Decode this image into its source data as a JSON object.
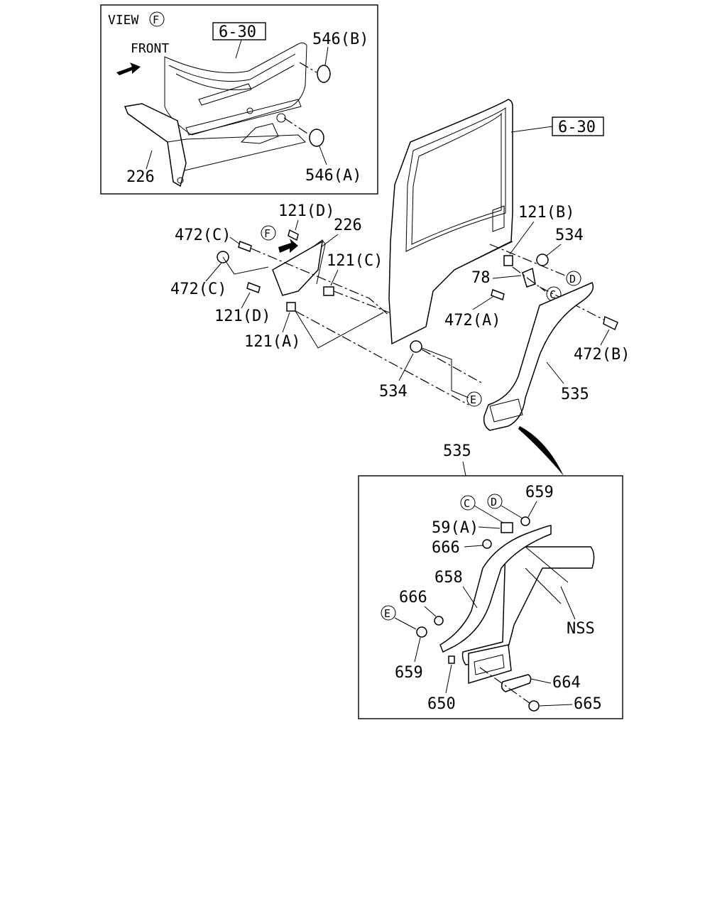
{
  "view_box": {
    "title": "VIEW",
    "view_letter": "F",
    "front_label": "FRONT",
    "ref": "6-30",
    "labels": {
      "p546b": "546(B)",
      "p546a": "546(A)",
      "p226": "226"
    }
  },
  "main": {
    "ref": "6-30",
    "labels": {
      "p121d_top": "121(D)",
      "p226": "226",
      "p472c_top": "472(C)",
      "view_letter": "F",
      "p121c": "121(C)",
      "p472c_bottom": "472(C)",
      "p121d_bottom": "121(D)",
      "p121a": "121(A)",
      "p121b": "121(B)",
      "p534_top": "534",
      "p78": "78",
      "circ_d": "D",
      "circ_c": "C",
      "p472a": "472(A)",
      "p472b": "472(B)",
      "p534_bottom": "534",
      "circ_e": "E",
      "p535": "535"
    }
  },
  "detail": {
    "title": "535",
    "labels": {
      "circ_c": "C",
      "circ_d": "D",
      "p659_top": "659",
      "p59a": "59(A)",
      "p666_top": "666",
      "p658": "658",
      "p666_mid": "666",
      "circ_e": "E",
      "nss": "NSS",
      "p659_bottom": "659",
      "p650": "650",
      "p664": "664",
      "p665": "665"
    }
  }
}
